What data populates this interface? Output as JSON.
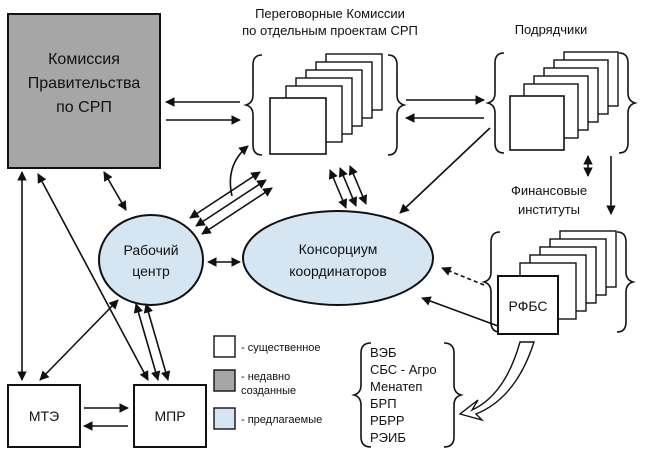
{
  "colors": {
    "existing": "#ffffff",
    "recent": "#a6a6a6",
    "proposed": "#d5e6f2",
    "stroke": "#111111"
  },
  "nodes": {
    "commission": [
      "Комиссия",
      "Правительства",
      "по СРП"
    ],
    "negotiating": [
      "Переговорные Комиссии",
      "по отдельным проектам СРП"
    ],
    "contractors": "Подрядчики",
    "financial": [
      "Финансовые",
      "институты"
    ],
    "workcenter": [
      "Рабочий",
      "центр"
    ],
    "consortium": [
      "Консорциум",
      "координаторов"
    ],
    "rfbs": "РФБС",
    "mte": "МТЭ",
    "mpr": "МПР"
  },
  "legend": {
    "existing": "- существенное",
    "recent": [
      "- недавно",
      "созданные"
    ],
    "proposed": "- предлагаемые"
  },
  "banks": [
    "ВЭБ",
    "СБС - Агро",
    "Менатеп",
    "БРП",
    "РБРР",
    "РЭИБ"
  ]
}
